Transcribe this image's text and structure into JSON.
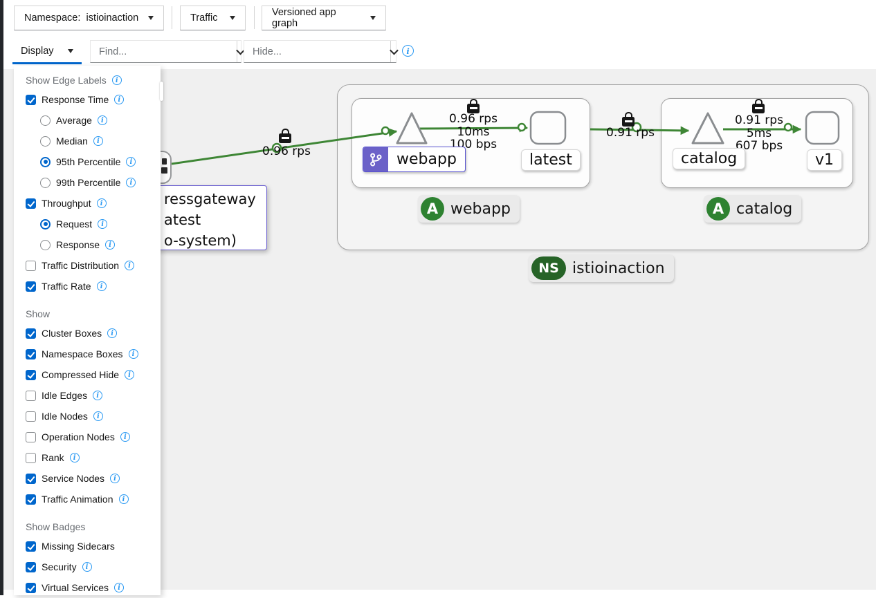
{
  "toolbar": {
    "namespace_label": "Namespace:",
    "namespace_value": "istioinaction",
    "traffic_label": "Traffic",
    "graph_type_value": "Versioned app graph",
    "display_label": "Display",
    "find_placeholder": "Find...",
    "hide_placeholder": "Hide..."
  },
  "display_menu": {
    "items": [
      {
        "type": "header",
        "label": "Show Edge Labels",
        "info": true
      },
      {
        "type": "checkbox",
        "label": "Response Time",
        "checked": true,
        "info": true
      },
      {
        "type": "radio",
        "label": "Average",
        "selected": false,
        "info": true
      },
      {
        "type": "radio",
        "label": "Median",
        "selected": false,
        "info": true
      },
      {
        "type": "radio",
        "label": "95th Percentile",
        "selected": true,
        "info": true
      },
      {
        "type": "radio",
        "label": "99th Percentile",
        "selected": false,
        "info": true
      },
      {
        "type": "checkbox",
        "label": "Throughput",
        "checked": true,
        "info": true
      },
      {
        "type": "radio",
        "label": "Request",
        "selected": true,
        "info": true
      },
      {
        "type": "radio",
        "label": "Response",
        "selected": false,
        "info": true
      },
      {
        "type": "checkbox",
        "label": "Traffic Distribution",
        "checked": false,
        "info": true
      },
      {
        "type": "checkbox",
        "label": "Traffic Rate",
        "checked": true,
        "info": true
      },
      {
        "type": "header",
        "label": "Show",
        "info": false
      },
      {
        "type": "checkbox",
        "label": "Cluster Boxes",
        "checked": true,
        "info": true
      },
      {
        "type": "checkbox",
        "label": "Namespace Boxes",
        "checked": true,
        "info": true
      },
      {
        "type": "checkbox",
        "label": "Compressed Hide",
        "checked": true,
        "info": true
      },
      {
        "type": "checkbox",
        "label": "Idle Edges",
        "checked": false,
        "info": true
      },
      {
        "type": "checkbox",
        "label": "Idle Nodes",
        "checked": false,
        "info": true
      },
      {
        "type": "checkbox",
        "label": "Operation Nodes",
        "checked": false,
        "info": true
      },
      {
        "type": "checkbox",
        "label": "Rank",
        "checked": false,
        "info": true
      },
      {
        "type": "checkbox",
        "label": "Service Nodes",
        "checked": true,
        "info": true
      },
      {
        "type": "checkbox",
        "label": "Traffic Animation",
        "checked": true,
        "info": true
      },
      {
        "type": "header",
        "label": "Show Badges",
        "info": false
      },
      {
        "type": "checkbox",
        "label": "Missing Sidecars",
        "checked": true,
        "info": false
      },
      {
        "type": "checkbox",
        "label": "Security",
        "checked": true,
        "info": true
      },
      {
        "type": "checkbox",
        "label": "Virtual Services",
        "checked": true,
        "info": true
      }
    ]
  },
  "graph": {
    "gateway_tooltip_lines": [
      "ressgateway",
      "atest",
      "o-system)"
    ],
    "edges": {
      "gw_to_webapp": {
        "rate": "0.96 rps"
      },
      "webapp_to_latest": {
        "lines": [
          "0.96 rps",
          "10ms",
          "100 bps"
        ]
      },
      "webapp_to_catalog": {
        "rate": "0.91 rps"
      },
      "catalog_to_v1": {
        "lines": [
          "0.91 rps",
          "5ms",
          "607 bps"
        ]
      }
    },
    "nodes": {
      "webapp_service": "webapp",
      "webapp_workload": "latest",
      "catalog_service": "catalog",
      "catalog_workload": "v1"
    },
    "badges": {
      "webapp_app": {
        "icon": "A",
        "label": "webapp"
      },
      "catalog_app": {
        "icon": "A",
        "label": "catalog"
      },
      "namespace": {
        "icon": "NS",
        "label": "istioinaction"
      }
    },
    "colors": {
      "edge_green": "#3e8635",
      "app_badge_green": "#2e8231",
      "ns_badge_green": "#266327",
      "virtual_service_purple": "#6b61c8",
      "accent_blue": "#0066cc",
      "info_blue": "#2b9af3"
    }
  }
}
